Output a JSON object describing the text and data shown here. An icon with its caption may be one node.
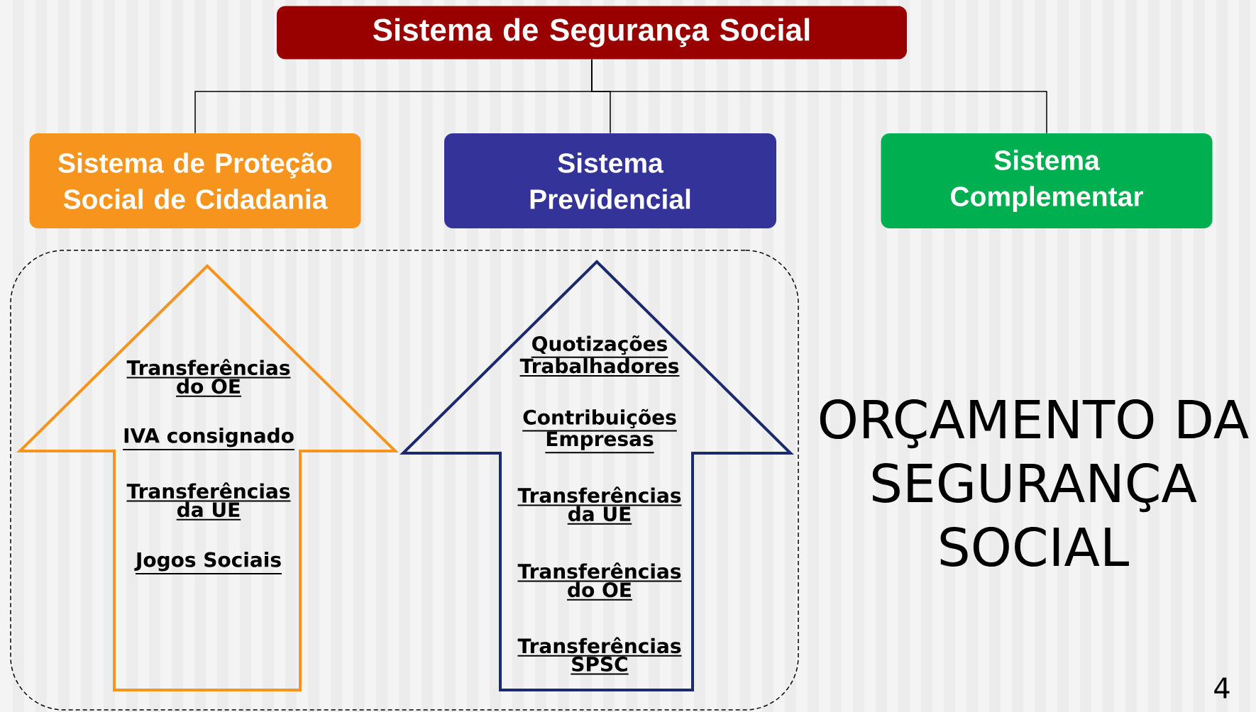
{
  "diagram": {
    "nodes": [
      {
        "text": [
          "Sistema de Segurança Social"
        ]
      },
      {
        "text": [
          "Sistema de Proteção Social de Cidadania"
        ]
      },
      {
        "text": [
          "Sistema Previdencial"
        ]
      },
      {
        "text": [
          "Sistema Complementar"
        ]
      },
      {
        "text": [],
        "shape": "box"
      },
      {
        "text": [
          "Transferências do OE",
          "IVA consignado",
          "Transferências da UE",
          "Jogos Sociais"
        ],
        "in": 4
      },
      {
        "text": [
          "Quotizações Trabalhadores",
          "Contribuições Empresas",
          "Transferências da UE",
          "Transferências do OE",
          "Transferências SPSC"
        ],
        "in": 4
      }
    ],
    "edges": [
      {
        "from": 0,
        "to": 1,
        "arrow": "none"
      },
      {
        "from": 0,
        "to": 2,
        "arrow": "none"
      },
      {
        "from": 0,
        "to": 3,
        "arrow": "none"
      }
    ],
    "labels": [
      "ORÇAMENTO DA SEGURANÇA SOCIAL",
      "4"
    ]
  }
}
